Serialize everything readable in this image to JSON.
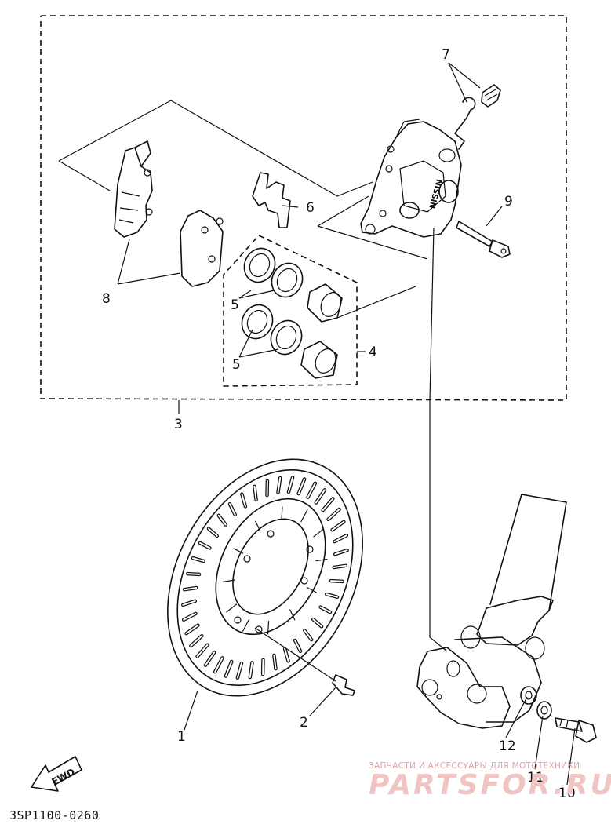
{
  "callouts": {
    "c1": "1",
    "c2": "2",
    "c3": "3",
    "c4": "4",
    "c5a": "5",
    "c5b": "5",
    "c6": "6",
    "c7": "7",
    "c8": "8",
    "c9": "9",
    "c10": "10",
    "c11": "11",
    "c12": "12"
  },
  "fwd_label": "FWD",
  "caliper_brand": "NISSIN",
  "catalog_code": "3SP1100-0260",
  "watermark": {
    "small": "ЗАПЧАСТИ И АКСЕССУАРЫ ДЛЯ МОТОТЕХНИКИ",
    "big": "PARTSFOR.RU"
  },
  "colors": {
    "ink": "#111111",
    "watermark": "#f1c4c4"
  }
}
